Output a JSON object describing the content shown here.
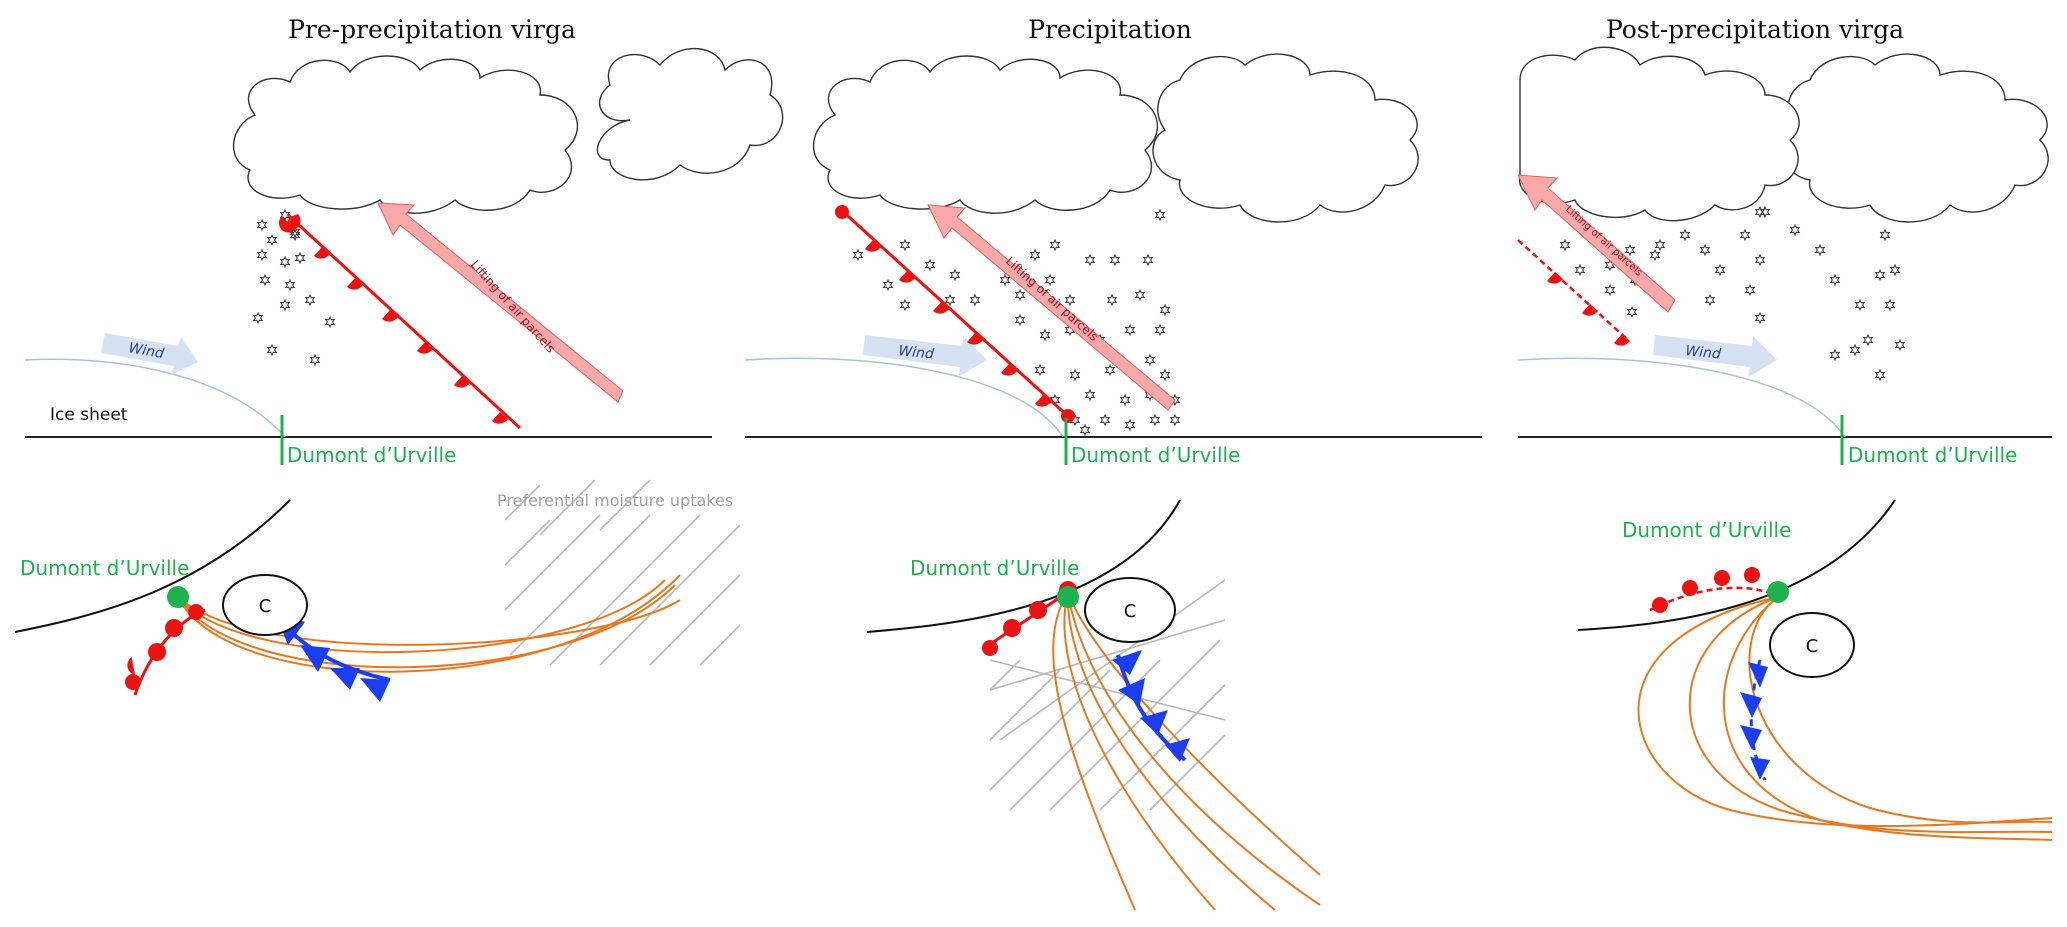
{
  "panels": [
    {
      "title": "Pre-precipitation virga",
      "station_label": "Dumont d’Urville",
      "ice_sheet_label": "Ice sheet",
      "wind_label": "Wind",
      "lifting_label": "Lifting of air parcels",
      "map_station_label": "Dumont d’Urville",
      "moisture_label": "Preferential moisture uptakes",
      "low_label": "C"
    },
    {
      "title": "Precipitation",
      "station_label": "Dumont d’Urville",
      "wind_label": "Wind",
      "lifting_label": "Lifting of air parcels",
      "map_station_label": "Dumont d’Urville",
      "low_label": "C"
    },
    {
      "title": "Post-precipitation virga",
      "station_label": "Dumont d’Urville",
      "wind_label": "Wind",
      "lifting_label": "Lifting of air parcels",
      "map_station_label": "Dumont d’Urville",
      "low_label": "C"
    }
  ],
  "colors": {
    "station": "#1db24b",
    "warm_front": "#ee1111",
    "cold_front": "#1a3ef0",
    "trajectory": "#e87820",
    "lift_arrow": "#fba8a8",
    "wind_arrow": "#d6e2f4",
    "hatch": "#b8b8b8"
  }
}
